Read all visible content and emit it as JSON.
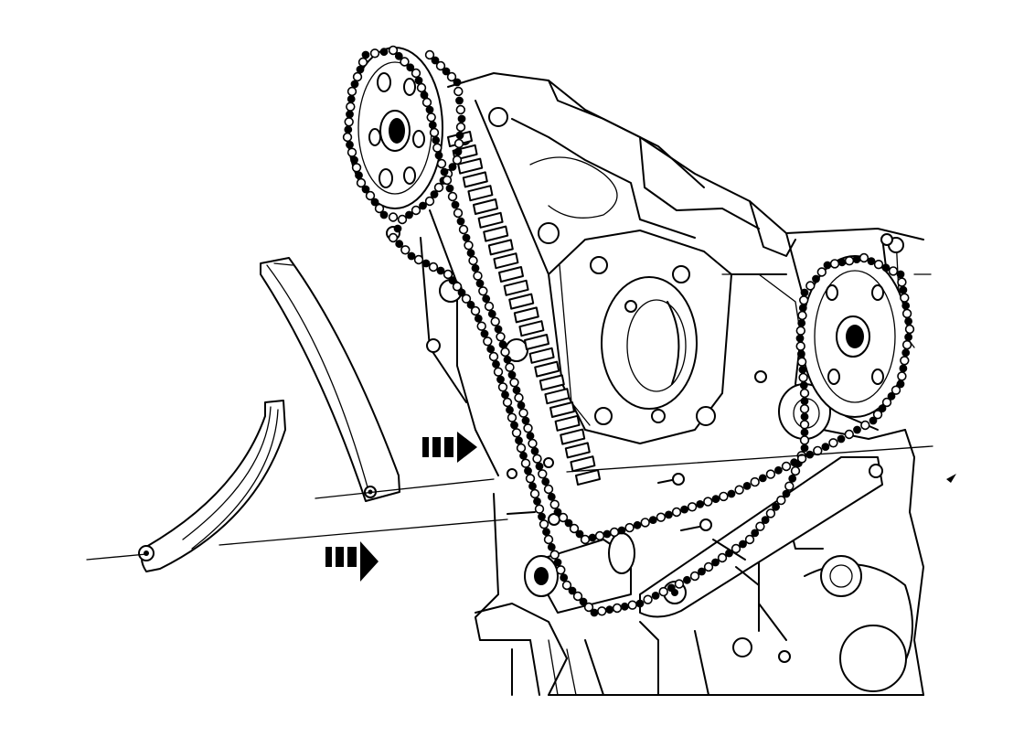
{
  "figure": {
    "type": "timing-chain-guide-installation-diagram",
    "parts": [
      "timing-chain-guide-upper",
      "timing-chain-guide-lower",
      "cam-sprocket-left",
      "cam-sprocket-right",
      "crank-sprocket",
      "timing-chain",
      "chain-tensioner-arm",
      "engine-block"
    ],
    "arrow_icons": [
      "direction-arrow-icon",
      "direction-arrow-icon"
    ],
    "colors": {
      "ink": "#000000",
      "paper": "#ffffff"
    }
  }
}
